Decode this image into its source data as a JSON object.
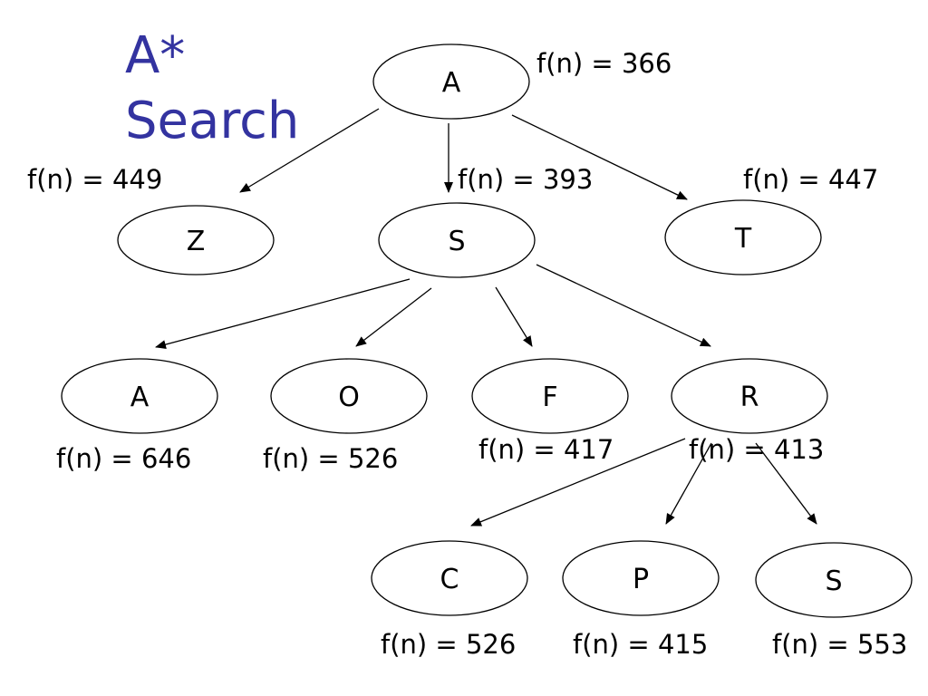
{
  "title": {
    "line1": "A*",
    "line2": "Search"
  },
  "colors": {
    "title": "#3333a0",
    "stroke": "#000000",
    "background": "#ffffff"
  },
  "nodes": [
    {
      "id": "A_root",
      "label": "A",
      "f": "f(n) = 366"
    },
    {
      "id": "Z",
      "label": "Z",
      "f": "f(n) = 449"
    },
    {
      "id": "S1",
      "label": "S",
      "f": "f(n) = 393"
    },
    {
      "id": "T",
      "label": "T",
      "f": "f(n) = 447"
    },
    {
      "id": "A2",
      "label": "A",
      "f": "f(n) = 646"
    },
    {
      "id": "O",
      "label": "O",
      "f": "f(n) = 526"
    },
    {
      "id": "F",
      "label": "F",
      "f": "f(n) = 417"
    },
    {
      "id": "R",
      "label": "R",
      "f": "f(n) = 413"
    },
    {
      "id": "C",
      "label": "C",
      "f": "f(n) = 526"
    },
    {
      "id": "P",
      "label": "P",
      "f": "f(n) = 415"
    },
    {
      "id": "S2",
      "label": "S",
      "f": "f(n) = 553"
    }
  ],
  "edges": [
    {
      "from": "A_root",
      "to": "Z"
    },
    {
      "from": "A_root",
      "to": "S1"
    },
    {
      "from": "A_root",
      "to": "T"
    },
    {
      "from": "S1",
      "to": "A2"
    },
    {
      "from": "S1",
      "to": "O"
    },
    {
      "from": "S1",
      "to": "F"
    },
    {
      "from": "S1",
      "to": "R"
    },
    {
      "from": "R",
      "to": "C"
    },
    {
      "from": "R",
      "to": "P"
    },
    {
      "from": "R",
      "to": "S2"
    }
  ]
}
